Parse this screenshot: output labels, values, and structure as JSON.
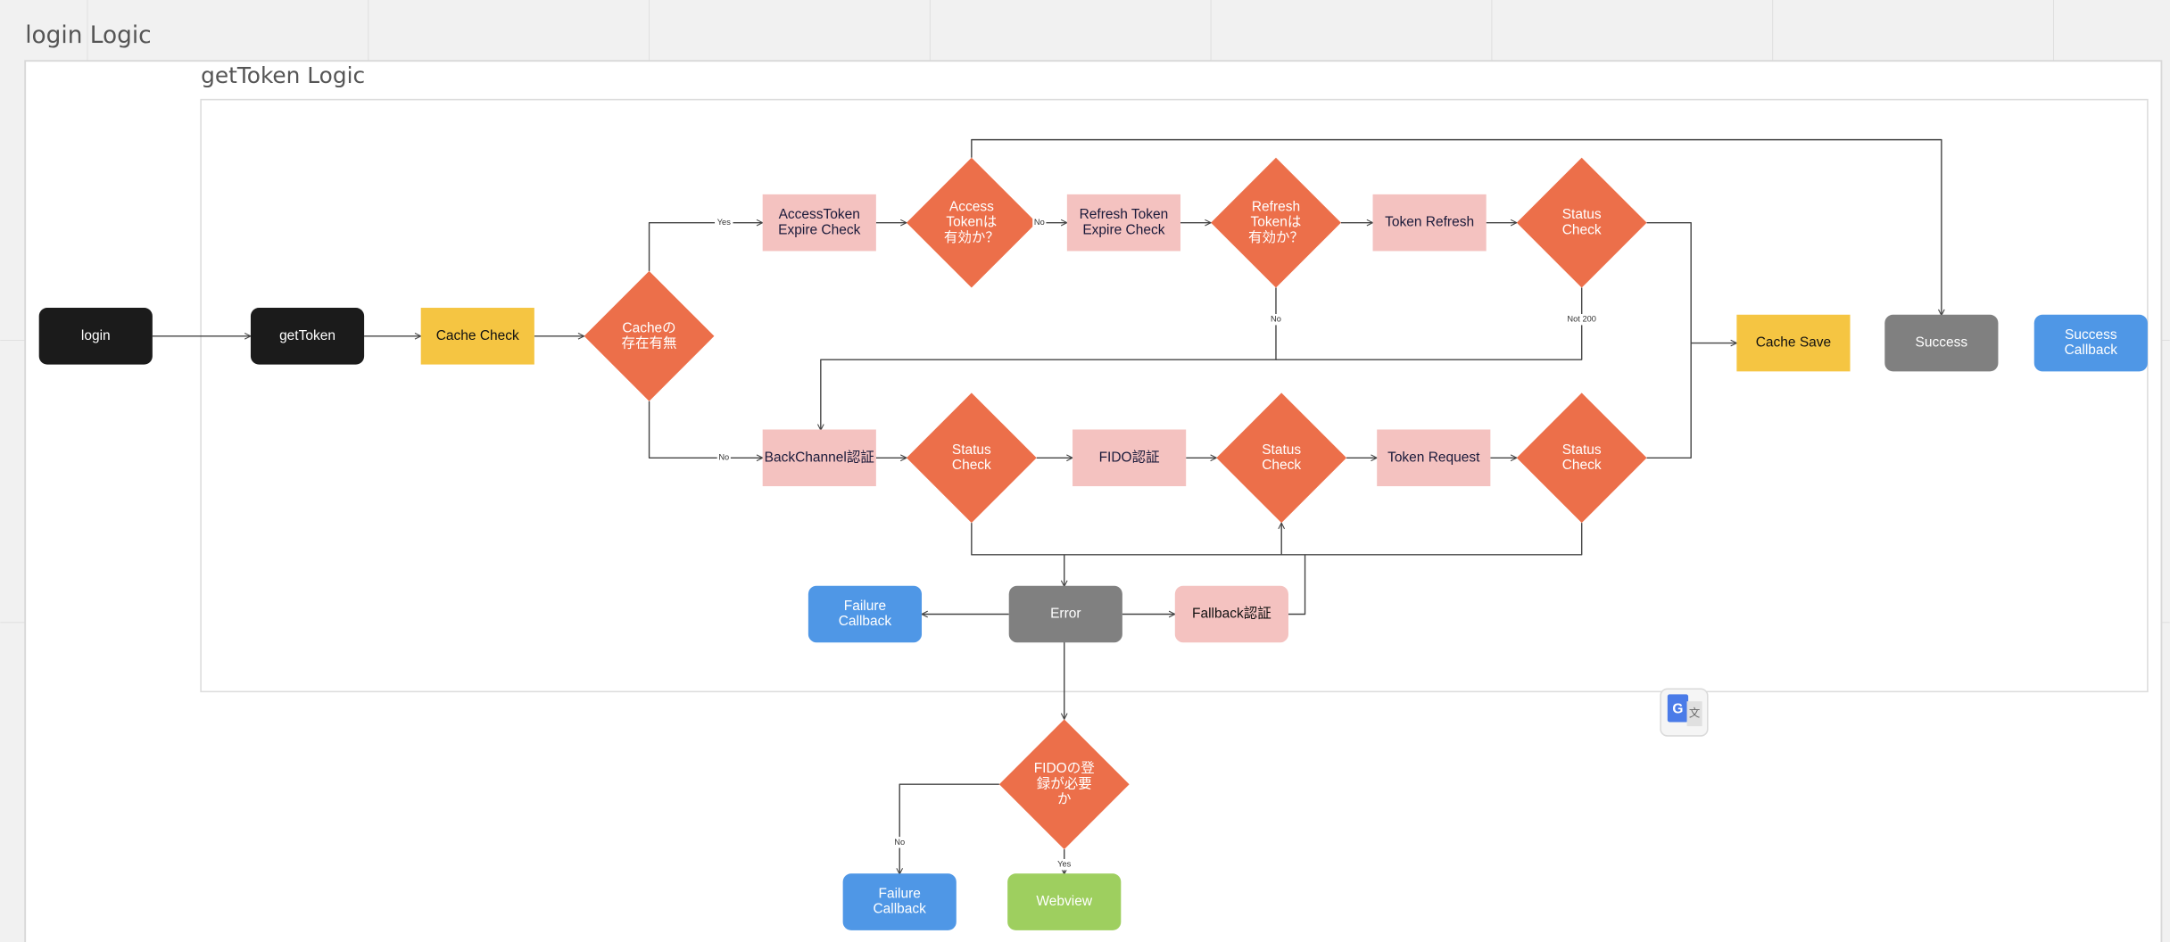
{
  "frames": {
    "outer_title": "login Logic",
    "inner_title": "getToken Logic"
  },
  "colors": {
    "terminal": "#1b1b1b",
    "cache": "#f5c542",
    "process": "#f4c2c0",
    "decision": "#ec6f4a",
    "neutral": "#808080",
    "callback": "#4f97e6",
    "webview": "#9ecf5f"
  },
  "nodes": {
    "login": {
      "lines": [
        "login"
      ]
    },
    "getToken": {
      "lines": [
        "getToken"
      ]
    },
    "cacheCheck": {
      "lines": [
        "Cache Check"
      ]
    },
    "cacheExists": {
      "lines": [
        "Cacheの",
        "存在有無"
      ]
    },
    "accessExpire": {
      "lines": [
        "AccessToken",
        "Expire Check"
      ]
    },
    "accessValid": {
      "lines": [
        "Access",
        "Tokenは",
        "有効か？"
      ]
    },
    "refreshExpire": {
      "lines": [
        "Refresh Token",
        "Expire Check"
      ]
    },
    "refreshValid": {
      "lines": [
        "Refresh",
        "Tokenは",
        "有効か？"
      ]
    },
    "tokenRefresh": {
      "lines": [
        "Token Refresh"
      ]
    },
    "statusRefresh": {
      "lines": [
        "Status",
        "Check"
      ]
    },
    "cacheSave": {
      "lines": [
        "Cache Save"
      ]
    },
    "success": {
      "lines": [
        "Success"
      ]
    },
    "successCallback": {
      "lines": [
        "Success",
        "Callback"
      ]
    },
    "backChannel": {
      "lines": [
        "BackChannel認証"
      ]
    },
    "statusBack": {
      "lines": [
        "Status",
        "Check"
      ]
    },
    "fido": {
      "lines": [
        "FIDO認証"
      ]
    },
    "statusFido": {
      "lines": [
        "Status",
        "Check"
      ]
    },
    "tokenRequest": {
      "lines": [
        "Token Request"
      ]
    },
    "statusRequest": {
      "lines": [
        "Status",
        "Check"
      ]
    },
    "failureCallback1": {
      "lines": [
        "Failure",
        "Callback"
      ]
    },
    "error": {
      "lines": [
        "Error"
      ]
    },
    "fallback": {
      "lines": [
        "Fallback認証"
      ]
    },
    "fidoRequired": {
      "lines": [
        "FIDOの登",
        "録が必要",
        "か"
      ]
    },
    "failureCallback2": {
      "lines": [
        "Failure",
        "Callback"
      ]
    },
    "webview": {
      "lines": [
        "Webview"
      ]
    }
  },
  "edge_labels": {
    "cache_yes": "Yes",
    "cache_no": "No",
    "access_no": "No",
    "refresh_no": "No",
    "status_not200": "Not 200",
    "fido_no": "No",
    "fido_yes": "Yes"
  },
  "translate_widget": {
    "icon": "google-translate-icon"
  }
}
